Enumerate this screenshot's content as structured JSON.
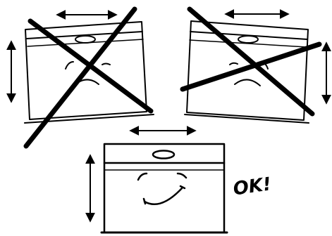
{
  "figure": {
    "panels": [
      {
        "id": "left",
        "status": "incorrect",
        "mark": "cross"
      },
      {
        "id": "right",
        "status": "incorrect",
        "mark": "cross"
      },
      {
        "id": "bottom",
        "status": "correct",
        "label": "OK!"
      }
    ],
    "colors": {
      "ink": "#000000",
      "background": "#ffffff"
    },
    "icons": {
      "wrong_mark": "x-mark-icon",
      "face": "face-icon",
      "arrow": "double-arrow-icon"
    }
  }
}
